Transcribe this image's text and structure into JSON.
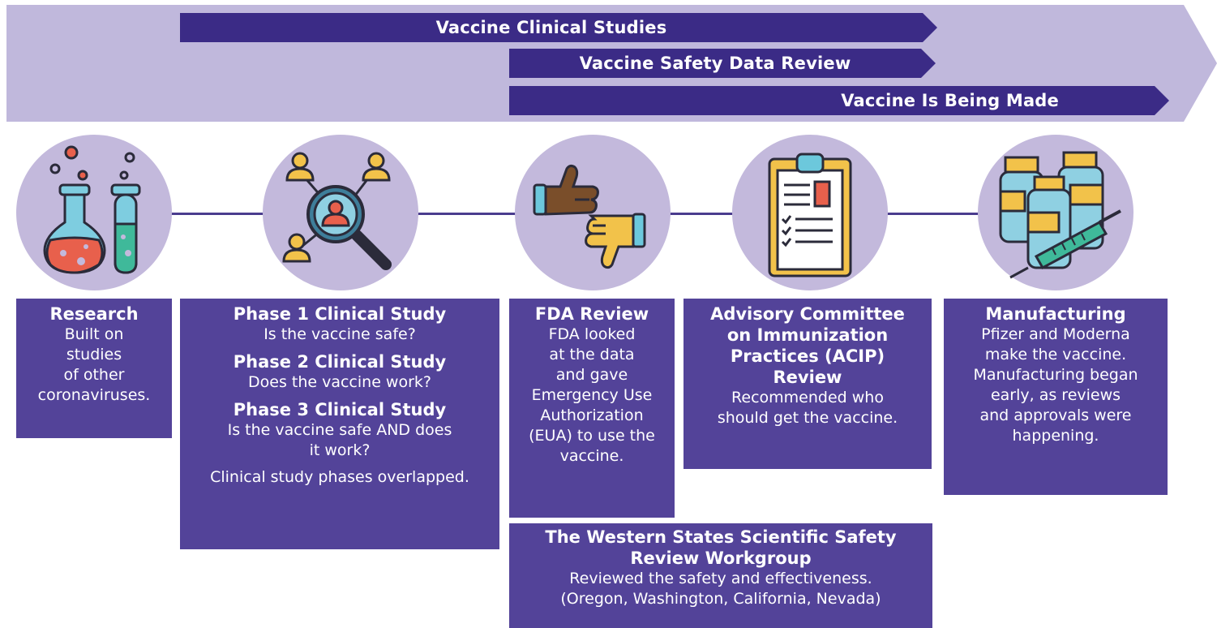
{
  "bands": {
    "clinical_studies": "Vaccine Clinical Studies",
    "safety_review": "Vaccine Safety Data Review",
    "being_made": "Vaccine Is Being Made"
  },
  "stages": {
    "research": {
      "icon": "flask-test-tube-icon",
      "title": "Research",
      "lines": [
        "Built on",
        "studies",
        "of other",
        "coronaviruses."
      ]
    },
    "clinical": {
      "icon": "magnifier-people-icon",
      "phase1_title": "Phase 1 Clinical Study",
      "phase1_text": "Is the vaccine safe?",
      "phase2_title": "Phase 2 Clinical Study",
      "phase2_text": "Does the vaccine work?",
      "phase3_title": "Phase 3 Clinical Study",
      "phase3_lines": [
        "Is the vaccine safe AND does",
        "it work?"
      ],
      "note": "Clinical study phases overlapped."
    },
    "fda": {
      "icon": "thumbs-up-down-icon",
      "title": "FDA Review",
      "lines": [
        "FDA looked",
        "at the data",
        "and gave",
        "Emergency Use",
        "Authorization",
        "(EUA) to use the",
        "vaccine."
      ]
    },
    "acip": {
      "icon": "clipboard-checklist-icon",
      "title_lines": [
        "Advisory Committee",
        "on Immunization",
        "Practices (ACIP)",
        "Review"
      ],
      "lines": [
        "Recommended who",
        "should get the vaccine."
      ]
    },
    "manufacturing": {
      "icon": "vials-syringe-icon",
      "title": "Manufacturing",
      "lines": [
        "Pfizer and Moderna",
        "make the vaccine.",
        "Manufacturing began",
        "early, as reviews",
        "and approvals were",
        "happening."
      ]
    },
    "western": {
      "title_lines": [
        "The Western States Scientific Safety",
        "Review Workgroup"
      ],
      "lines": [
        "Reviewed the safety and effectiveness.",
        "(Oregon, Washington, California, Nevada)"
      ]
    }
  },
  "colors": {
    "arrow_background": "#c0b8dc",
    "band": "#3b2b86",
    "card": "#534399",
    "circle": "#c3b9dc",
    "connector": "#4a3c8e"
  }
}
